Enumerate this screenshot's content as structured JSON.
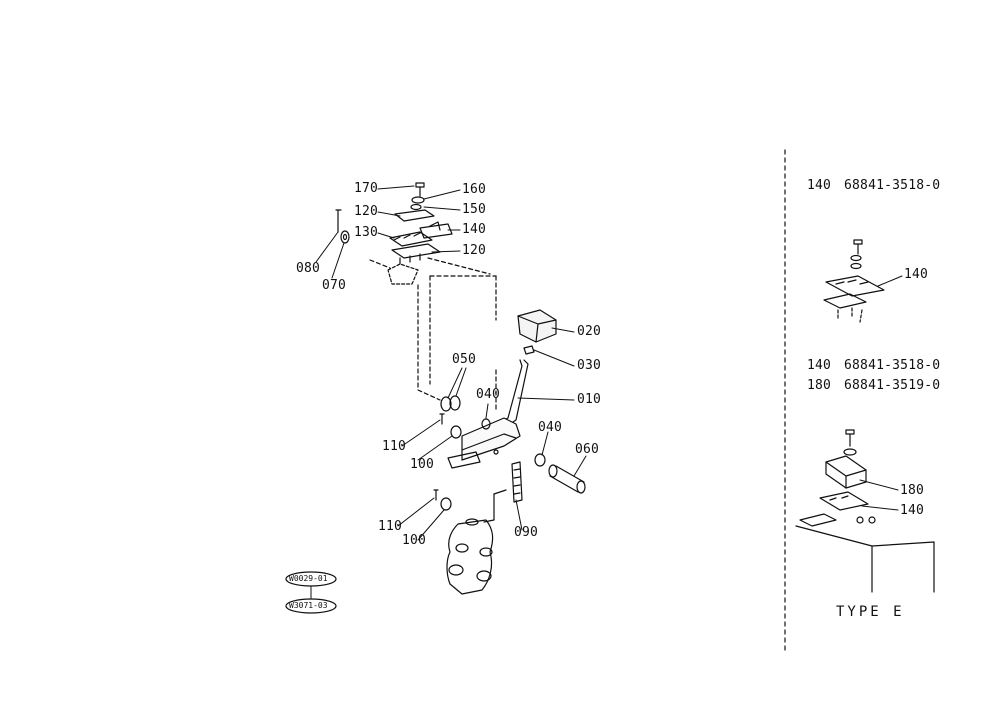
{
  "main_diagram": {
    "callouts": {
      "p170": "170",
      "p160": "160",
      "p120a": "120",
      "p150": "150",
      "p130": "130",
      "p140": "140",
      "p120b": "120",
      "p080": "080",
      "p070": "070",
      "p020": "020",
      "p030": "030",
      "p050": "050",
      "p040a": "040",
      "p010": "010",
      "p110a": "110",
      "p100a": "100",
      "p040b": "040",
      "p060": "060",
      "p110b": "110",
      "p100b": "100",
      "p090": "090"
    },
    "reference_stamps": [
      "W0029-01",
      "W3071-03"
    ]
  },
  "side_panel": {
    "variant_a": {
      "parts": [
        {
          "no": "140",
          "code": "68841-3518-0"
        }
      ],
      "callout": "140"
    },
    "variant_b": {
      "parts": [
        {
          "no": "140",
          "code": "68841-3518-0"
        },
        {
          "no": "180",
          "code": "68841-3519-0"
        }
      ],
      "callouts": {
        "p180": "180",
        "p140": "140"
      },
      "type_label": "TYPE  E"
    }
  }
}
